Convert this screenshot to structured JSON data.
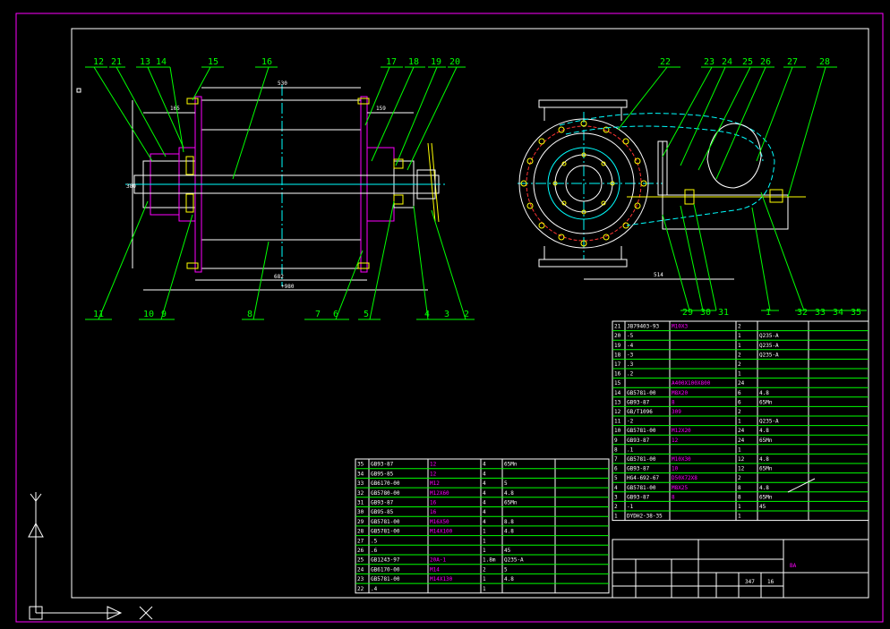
{
  "side_view_labels": [
    "12",
    "21",
    "13",
    "14",
    "15",
    "16",
    "17",
    "18",
    "19",
    "20",
    "11",
    "10",
    "9",
    "8",
    "7",
    "6",
    "5",
    "4",
    "3",
    "2"
  ],
  "end_view_labels": [
    "22",
    "23",
    "24",
    "25",
    "26",
    "27",
    "28",
    "29",
    "30",
    "31",
    "1",
    "32",
    "33",
    "34",
    "35"
  ],
  "dimensions": {
    "top": "530",
    "left_small": "165",
    "right_small": "159",
    "height": "380",
    "bottom": "682",
    "total": "+980",
    "end_width": "514"
  },
  "bom_right": [
    [
      "21",
      "JB79403-93",
      "M10X3",
      "2",
      ""
    ],
    [
      "20",
      "-5",
      "",
      "1",
      "Q235-A"
    ],
    [
      "19",
      "-4",
      "",
      "1",
      "Q235-A"
    ],
    [
      "18",
      "-3",
      "",
      "2",
      "Q235-A"
    ],
    [
      "17",
      ".3",
      "",
      "2",
      ""
    ],
    [
      "16",
      ".2",
      "",
      "1",
      ""
    ],
    [
      "15",
      "",
      "A400X100X800",
      "24",
      ""
    ],
    [
      "14",
      "GB5781-00",
      "M8X20",
      "6",
      "4.8"
    ],
    [
      "13",
      "GB93-87",
      "8",
      "6",
      "65Mn"
    ],
    [
      "12",
      "GB/T1096",
      "309",
      "2",
      ""
    ],
    [
      "11",
      "-2",
      "",
      "1",
      "Q235-A"
    ],
    [
      "10",
      "GB5781-00",
      "M12X20",
      "24",
      "4.8"
    ],
    [
      "9",
      "GB93-87",
      "12",
      "24",
      "65Mn"
    ],
    [
      "8",
      ".1",
      "",
      "1",
      ""
    ],
    [
      "7",
      "GB5781-00",
      "M10X30",
      "12",
      "4.8"
    ],
    [
      "6",
      "GB93-87",
      "10",
      "12",
      "65Mn"
    ],
    [
      "5",
      "HG4-692-67",
      "D50X72X8",
      "2",
      ""
    ],
    [
      "4",
      "GB5781-00",
      "M8X25",
      "8",
      "4.8"
    ],
    [
      "3",
      "GB93-87",
      "8",
      "8",
      "65Mn"
    ],
    [
      "2",
      "-1",
      "",
      "1",
      "45"
    ],
    [
      "1",
      "DYDH2-38-35",
      "",
      "1",
      ""
    ]
  ],
  "bom_bottom": [
    [
      "35",
      "GB93-87",
      "12",
      "4",
      "65Mn"
    ],
    [
      "34",
      "GB95-85",
      "12",
      "4",
      ""
    ],
    [
      "33",
      "GB6170-00",
      "M12",
      "4",
      "5"
    ],
    [
      "32",
      "GB5780-00",
      "M12X60",
      "4",
      "4.8"
    ],
    [
      "31",
      "GB93-87",
      "16",
      "4",
      "65Mn"
    ],
    [
      "30",
      "GB95-85",
      "16",
      "4",
      ""
    ],
    [
      "29",
      "GB5781-00",
      "M16X50",
      "4",
      "8.8"
    ],
    [
      "28",
      "GB5781-00",
      "M14X100",
      "1",
      "4.8"
    ],
    [
      "27",
      ".5",
      "",
      "1",
      ""
    ],
    [
      "26",
      ".6",
      "",
      "1",
      "45"
    ],
    [
      "25",
      "GB1243-97",
      "20A-1",
      "1.8m",
      "Q235-A"
    ],
    [
      "24",
      "GB6170-00",
      "M14",
      "2",
      "5"
    ],
    [
      "23",
      "GB5781-00",
      "M14X130",
      "1",
      "4.8"
    ],
    [
      "22",
      ".4",
      "",
      "1",
      ""
    ]
  ],
  "title_block": {
    "scale": "347",
    "sheet": "16",
    "name": "BA"
  }
}
